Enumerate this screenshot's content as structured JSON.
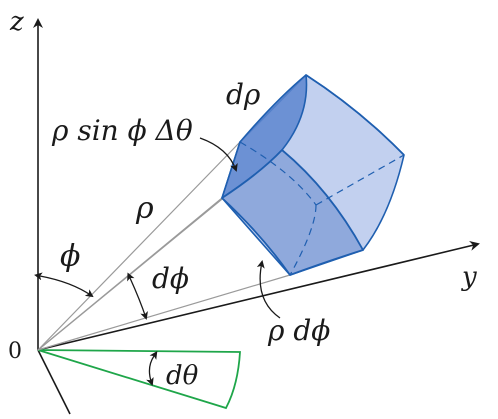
{
  "labels": {
    "z_axis": "z",
    "y_axis": "y",
    "origin": "0",
    "rho": "ρ",
    "phi": "ϕ",
    "d_phi": "dϕ",
    "d_theta": "dθ",
    "d_rho": "dρ",
    "rho_d_phi": "ρ dϕ",
    "rho_sin_phi_dtheta": "ρ sin ϕ Δθ"
  },
  "colors": {
    "axis": "#1a1a1a",
    "ray": "#9a9a9a",
    "wedge_outline": "#1fa64a",
    "solid_outline": "#1f5fb0",
    "solid_front": "#8fa9dc",
    "solid_top": "#5d86cf",
    "solid_back": "#c2d0ef"
  }
}
